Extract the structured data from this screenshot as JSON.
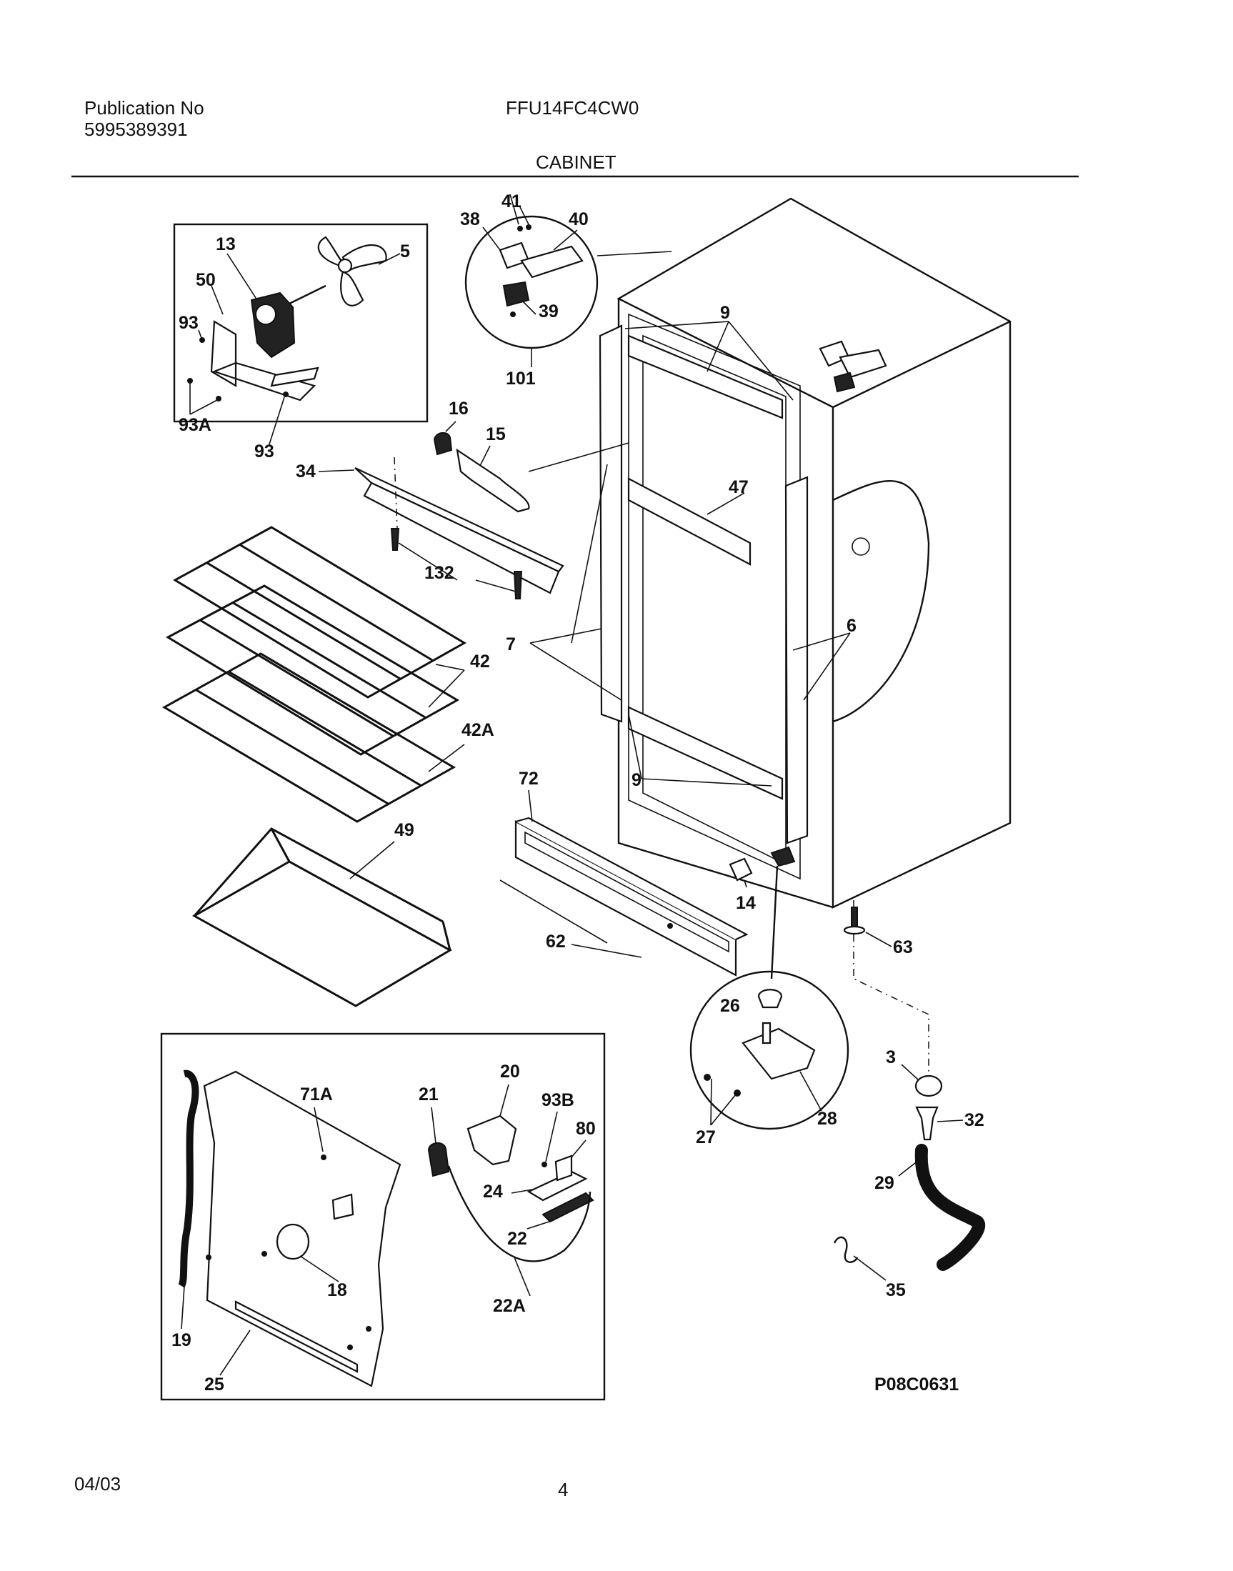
{
  "header": {
    "publication_label": "Publication No",
    "publication_number": "5995389391",
    "model": "FFU14FC4CW0",
    "section": "CABINET"
  },
  "footer": {
    "date": "04/03",
    "page": "4"
  },
  "diagram_code": "P08C0631",
  "callouts": [
    {
      "id": "c13",
      "text": "13"
    },
    {
      "id": "c5",
      "text": "5"
    },
    {
      "id": "c50",
      "text": "50"
    },
    {
      "id": "c93a",
      "text": "93"
    },
    {
      "id": "c93A",
      "text": "93A"
    },
    {
      "id": "c93b",
      "text": "93"
    },
    {
      "id": "c41",
      "text": "41"
    },
    {
      "id": "c38",
      "text": "38"
    },
    {
      "id": "c40",
      "text": "40"
    },
    {
      "id": "c39",
      "text": "39"
    },
    {
      "id": "c101",
      "text": "101"
    },
    {
      "id": "c16",
      "text": "16"
    },
    {
      "id": "c15",
      "text": "15"
    },
    {
      "id": "c34",
      "text": "34"
    },
    {
      "id": "c132",
      "text": "132"
    },
    {
      "id": "c9a",
      "text": "9"
    },
    {
      "id": "c47",
      "text": "47"
    },
    {
      "id": "c7",
      "text": "7"
    },
    {
      "id": "c6",
      "text": "6"
    },
    {
      "id": "c42",
      "text": "42"
    },
    {
      "id": "c42A",
      "text": "42A"
    },
    {
      "id": "c72",
      "text": "72"
    },
    {
      "id": "c9b",
      "text": "9"
    },
    {
      "id": "c49",
      "text": "49"
    },
    {
      "id": "c14",
      "text": "14"
    },
    {
      "id": "c62",
      "text": "62"
    },
    {
      "id": "c63",
      "text": "63"
    },
    {
      "id": "c26",
      "text": "26"
    },
    {
      "id": "c27",
      "text": "27"
    },
    {
      "id": "c28",
      "text": "28"
    },
    {
      "id": "c3",
      "text": "3"
    },
    {
      "id": "c32",
      "text": "32"
    },
    {
      "id": "c29",
      "text": "29"
    },
    {
      "id": "c35",
      "text": "35"
    },
    {
      "id": "c71A",
      "text": "71A"
    },
    {
      "id": "c21",
      "text": "21"
    },
    {
      "id": "c20",
      "text": "20"
    },
    {
      "id": "c93B",
      "text": "93B"
    },
    {
      "id": "c80",
      "text": "80"
    },
    {
      "id": "c24",
      "text": "24"
    },
    {
      "id": "c22",
      "text": "22"
    },
    {
      "id": "c18",
      "text": "18"
    },
    {
      "id": "c22A",
      "text": "22A"
    },
    {
      "id": "c19",
      "text": "19"
    },
    {
      "id": "c25",
      "text": "25"
    }
  ]
}
